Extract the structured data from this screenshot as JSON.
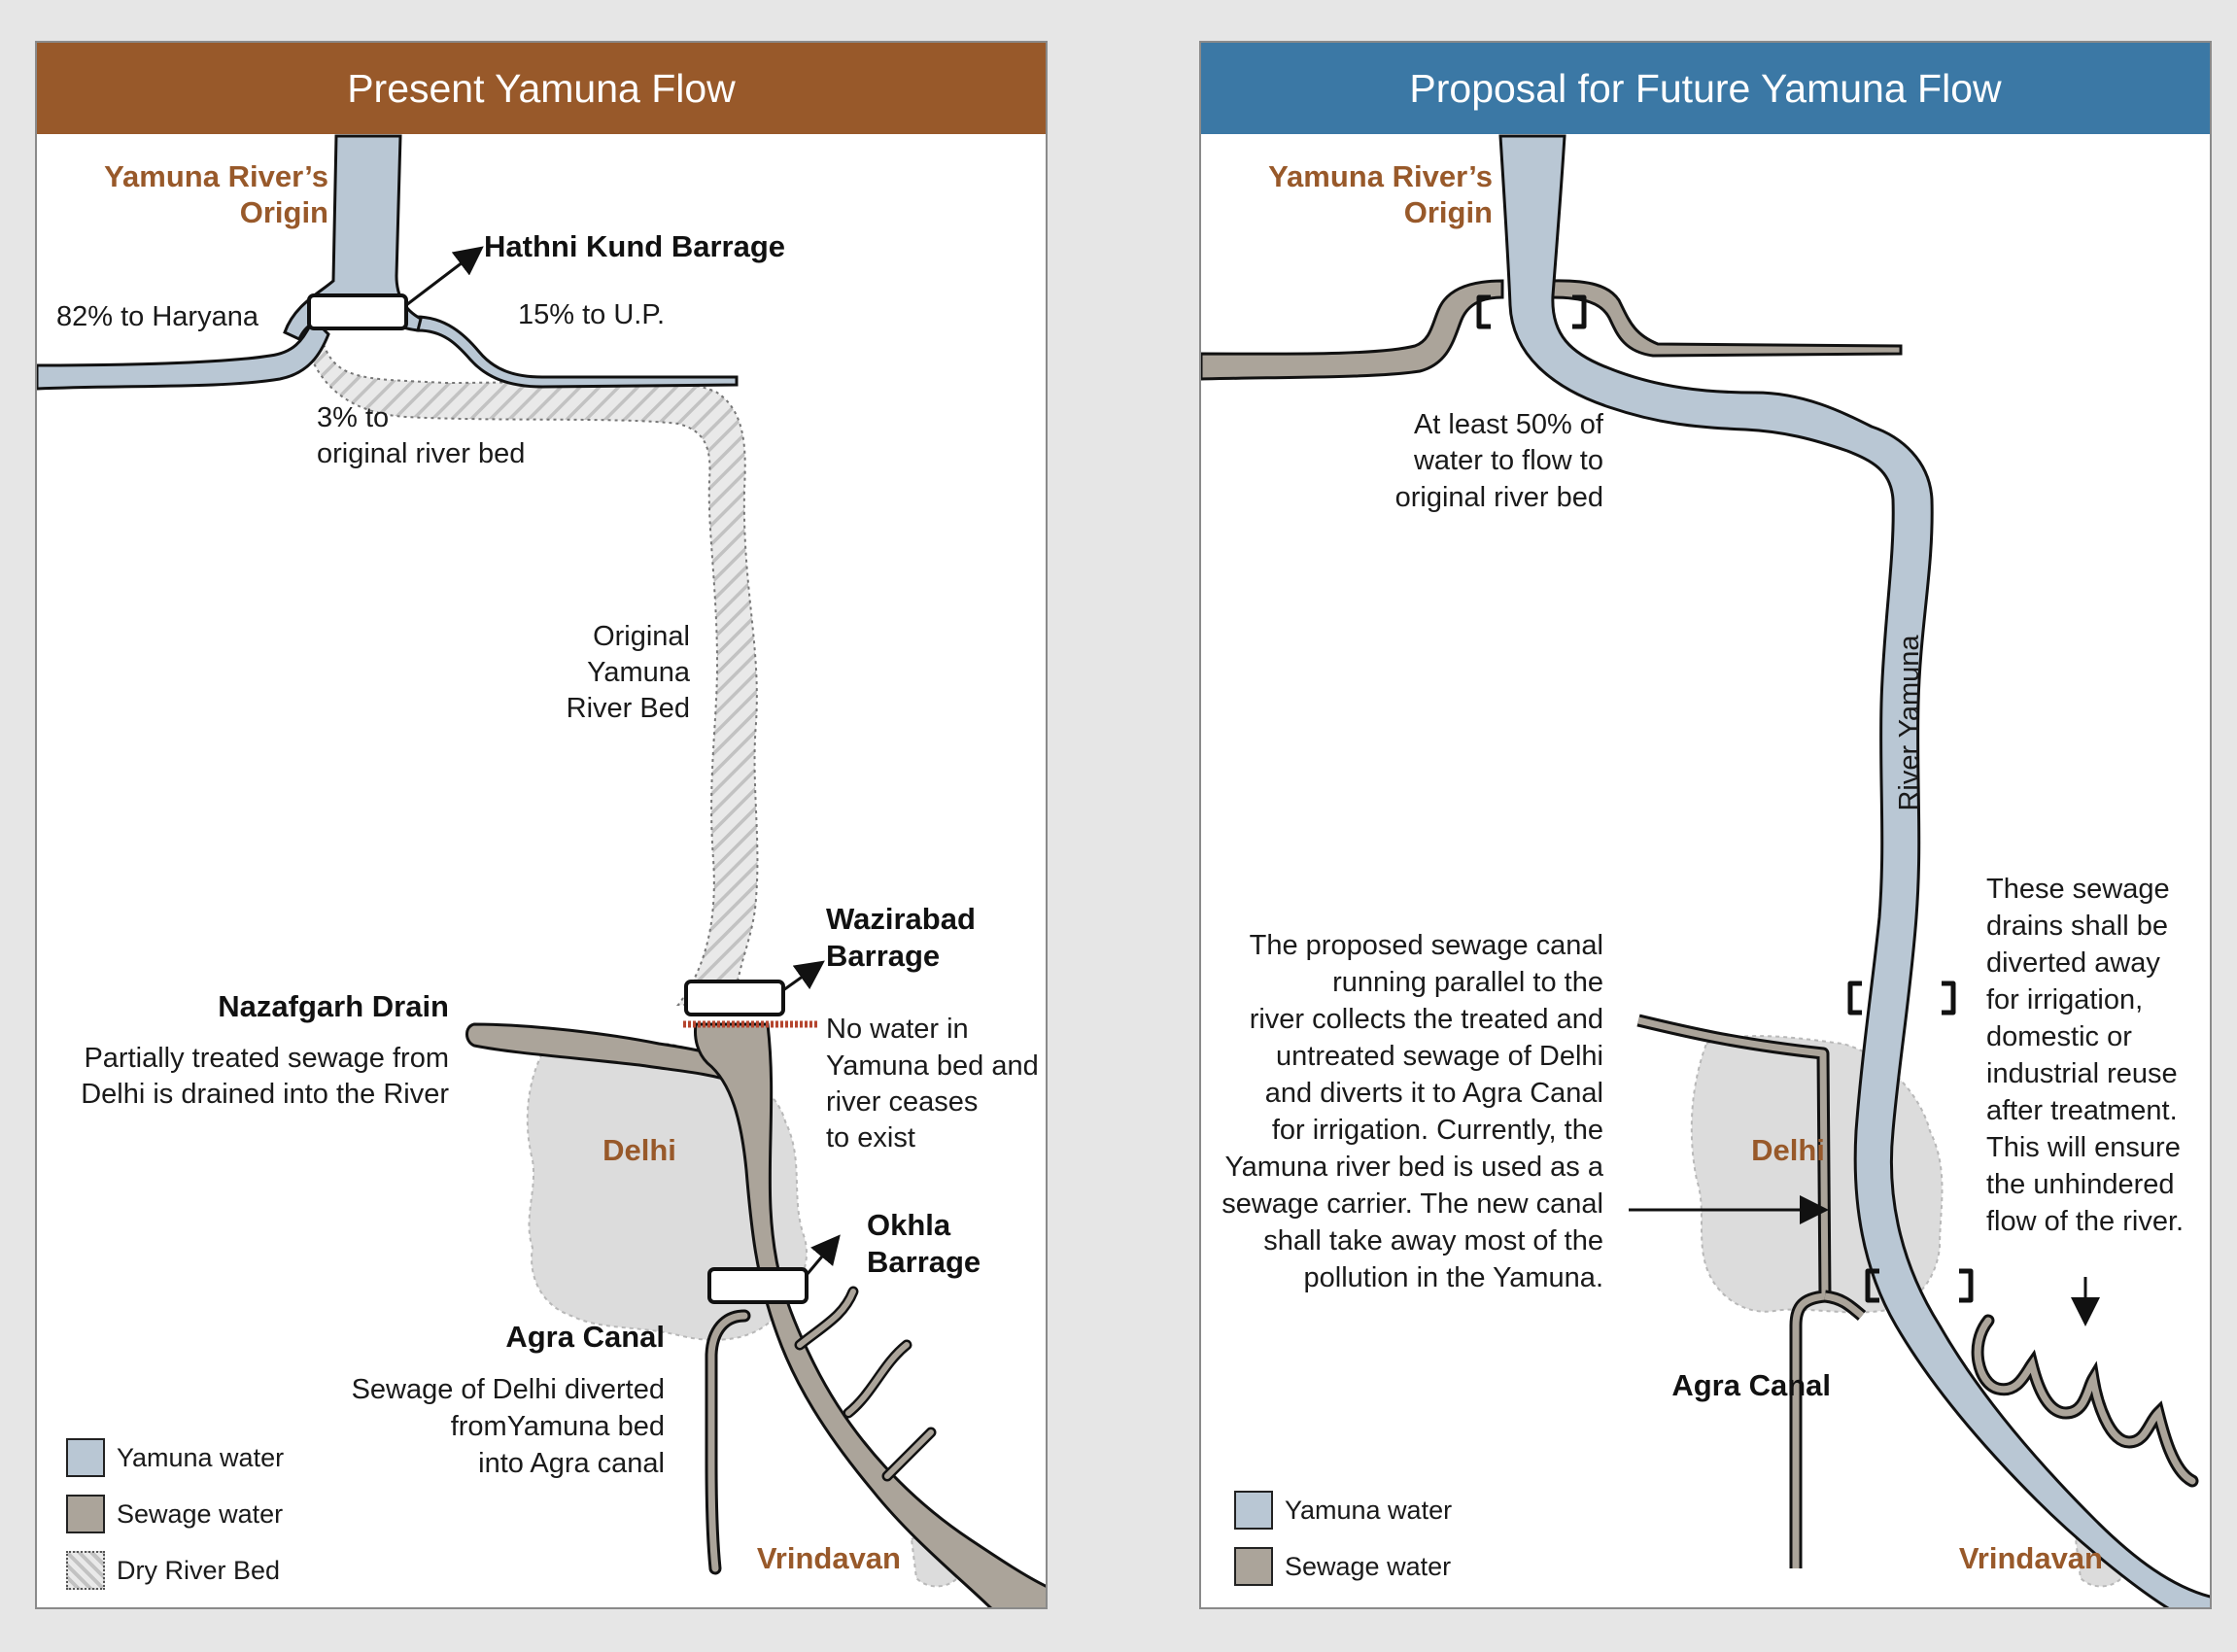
{
  "colors": {
    "yamuna_water": "#b9c7d4",
    "sewage_water": "#aba49a",
    "dry_bed": "#d6d6d6",
    "delhi_area": "#dcdcdc",
    "header_present": "#98592a",
    "header_future": "#3b78a5",
    "place_label": "#98592a",
    "red_line": "#b5452e"
  },
  "present": {
    "title": "Present Yamuna Flow",
    "origin_line1": "Yamuna River’s",
    "origin_line2": "Origin",
    "hathni_kund": "Hathni Kund Barrage",
    "to_haryana": "82% to Haryana",
    "to_up": "15% to U.P.",
    "original_bed_line1": "3% to",
    "original_bed_line2": "original river bed",
    "river_bed_line1": "Original",
    "river_bed_line2": "Yamuna",
    "river_bed_line3": "River Bed",
    "wazirabad_line1": "Wazirabad",
    "wazirabad_line2": "Barrage",
    "no_water_line1": "No water in",
    "no_water_line2": "Yamuna bed and",
    "no_water_line3": "river ceases",
    "no_water_line4": "to exist",
    "nazafgarh_title": "Nazafgarh Drain",
    "nazafgarh_line1": "Partially treated sewage from",
    "nazafgarh_line2": "Delhi is drained into the River",
    "delhi": "Delhi",
    "okhla_line1": "Okhla",
    "okhla_line2": "Barrage",
    "agra_title": "Agra Canal",
    "agra_line1": "Sewage of Delhi diverted",
    "agra_line2": "fromYamuna bed",
    "agra_line3": "into Agra canal",
    "vrindavan": "Vrindavan",
    "legend": {
      "yamuna": "Yamuna water",
      "sewage": "Sewage water",
      "dry": "Dry River Bed"
    }
  },
  "future": {
    "title": "Proposal for Future Yamuna Flow",
    "origin_line1": "Yamuna River’s",
    "origin_line2": "Origin",
    "flow_line1": "At least 50% of",
    "flow_line2": "water to flow to",
    "flow_line3": "original river bed",
    "river_label": "River Yamuna",
    "proposal_lines": [
      "The proposed sewage canal",
      "running parallel to the",
      "river collects the treated and",
      "untreated sewage of Delhi",
      "and diverts it to Agra Canal",
      "for irrigation. Currently, the",
      "Yamuna river bed is used as a",
      "sewage carrier. The new canal",
      "shall take away most of the",
      "pollution in the Yamuna."
    ],
    "drains_lines": [
      "These sewage",
      "drains shall be",
      "diverted away",
      "for irrigation,",
      "domestic or",
      "industrial reuse",
      "after treatment.",
      "This will ensure",
      "the unhindered",
      "flow of the river."
    ],
    "delhi": "Delhi",
    "agra_title": "Agra Canal",
    "vrindavan": "Vrindavan",
    "legend": {
      "yamuna": "Yamuna water",
      "sewage": "Sewage water"
    }
  }
}
